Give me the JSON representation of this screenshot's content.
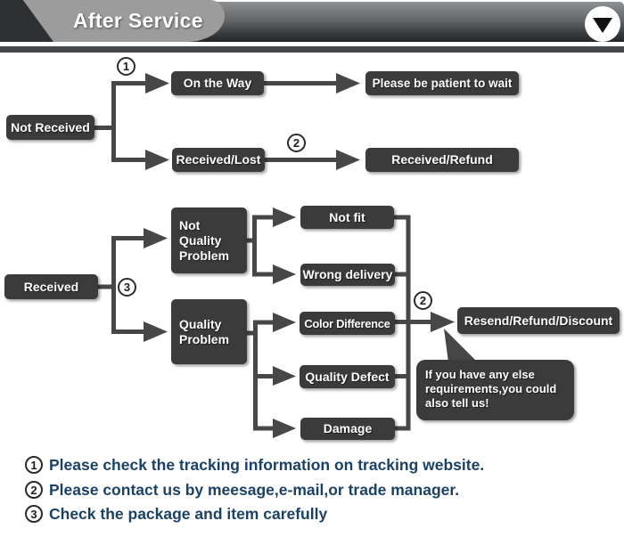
{
  "header": {
    "title": "After Service"
  },
  "badges": {
    "one": "1",
    "two": "2",
    "three": "3"
  },
  "flow_top": {
    "not_received": "Not Received",
    "on_the_way": "On the Way",
    "please_wait": "Please be patient to wait",
    "received_lost": "Received/Lost",
    "received_refund": "Received/Refund"
  },
  "flow_bottom": {
    "received": "Received",
    "not_quality_problem": "Not\nQuality\nProblem",
    "quality_problem": "Quality\nProblem",
    "not_fit": "Not fit",
    "wrong_delivery": "Wrong delivery",
    "color_difference": "Color Difference",
    "quality_defect": "Quality Defect",
    "damage": "Damage",
    "resend": "Resend/Refund/Discount",
    "bubble": "If you have any else\nrequirements,you could\nalso tell us!"
  },
  "notes": [
    {
      "num": "1",
      "text": "Please check the tracking information on tracking website."
    },
    {
      "num": "2",
      "text": "Please contact us by meesage,e-mail,or trade manager."
    },
    {
      "num": "3",
      "text": "Check the package and item carefully"
    }
  ],
  "colors": {
    "box_fill": "#3b3b3b",
    "line": "#474747",
    "banner": "#9c9c9c",
    "divider": "#45484b",
    "note_text": "#1b4264"
  }
}
